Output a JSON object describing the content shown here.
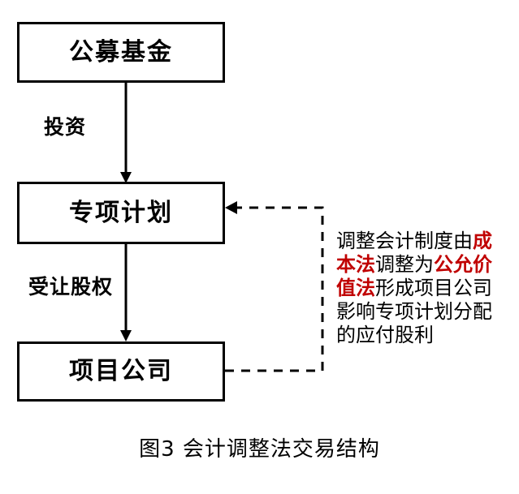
{
  "figure": {
    "caption": "图3 会计调整法交易结构",
    "background_color": "#ffffff",
    "line_color": "#000000",
    "highlight_color": "#C00000"
  },
  "nodes": [
    {
      "id": "public-fund",
      "label": "公募基金"
    },
    {
      "id": "special-plan",
      "label": "专项计划"
    },
    {
      "id": "project-company",
      "label": "项目公司"
    }
  ],
  "edges": [
    {
      "id": "invest",
      "label": "投资",
      "from": "public-fund",
      "to": "special-plan",
      "style": "solid",
      "arrow": "down"
    },
    {
      "id": "transfer-equity",
      "label": "受让股权",
      "from": "special-plan",
      "to": "project-company",
      "style": "solid",
      "arrow": "down"
    },
    {
      "id": "accounting-feedback",
      "label": "",
      "from": "project-company",
      "to": "special-plan",
      "style": "dashed",
      "arrow": "left"
    }
  ],
  "annotation": {
    "segments": [
      {
        "text": "调整会计制度由",
        "highlight": false
      },
      {
        "text": "成本法",
        "highlight": true
      },
      {
        "text": "调整为",
        "highlight": false
      },
      {
        "text": "公允价值法",
        "highlight": true
      },
      {
        "text": "形成项目公司影响专项计划分配的应付股利",
        "highlight": false
      }
    ],
    "full_text": "调整会计制度由成本法调整为公允价值法形成项目公司影响专项计划分配的应付股利"
  }
}
